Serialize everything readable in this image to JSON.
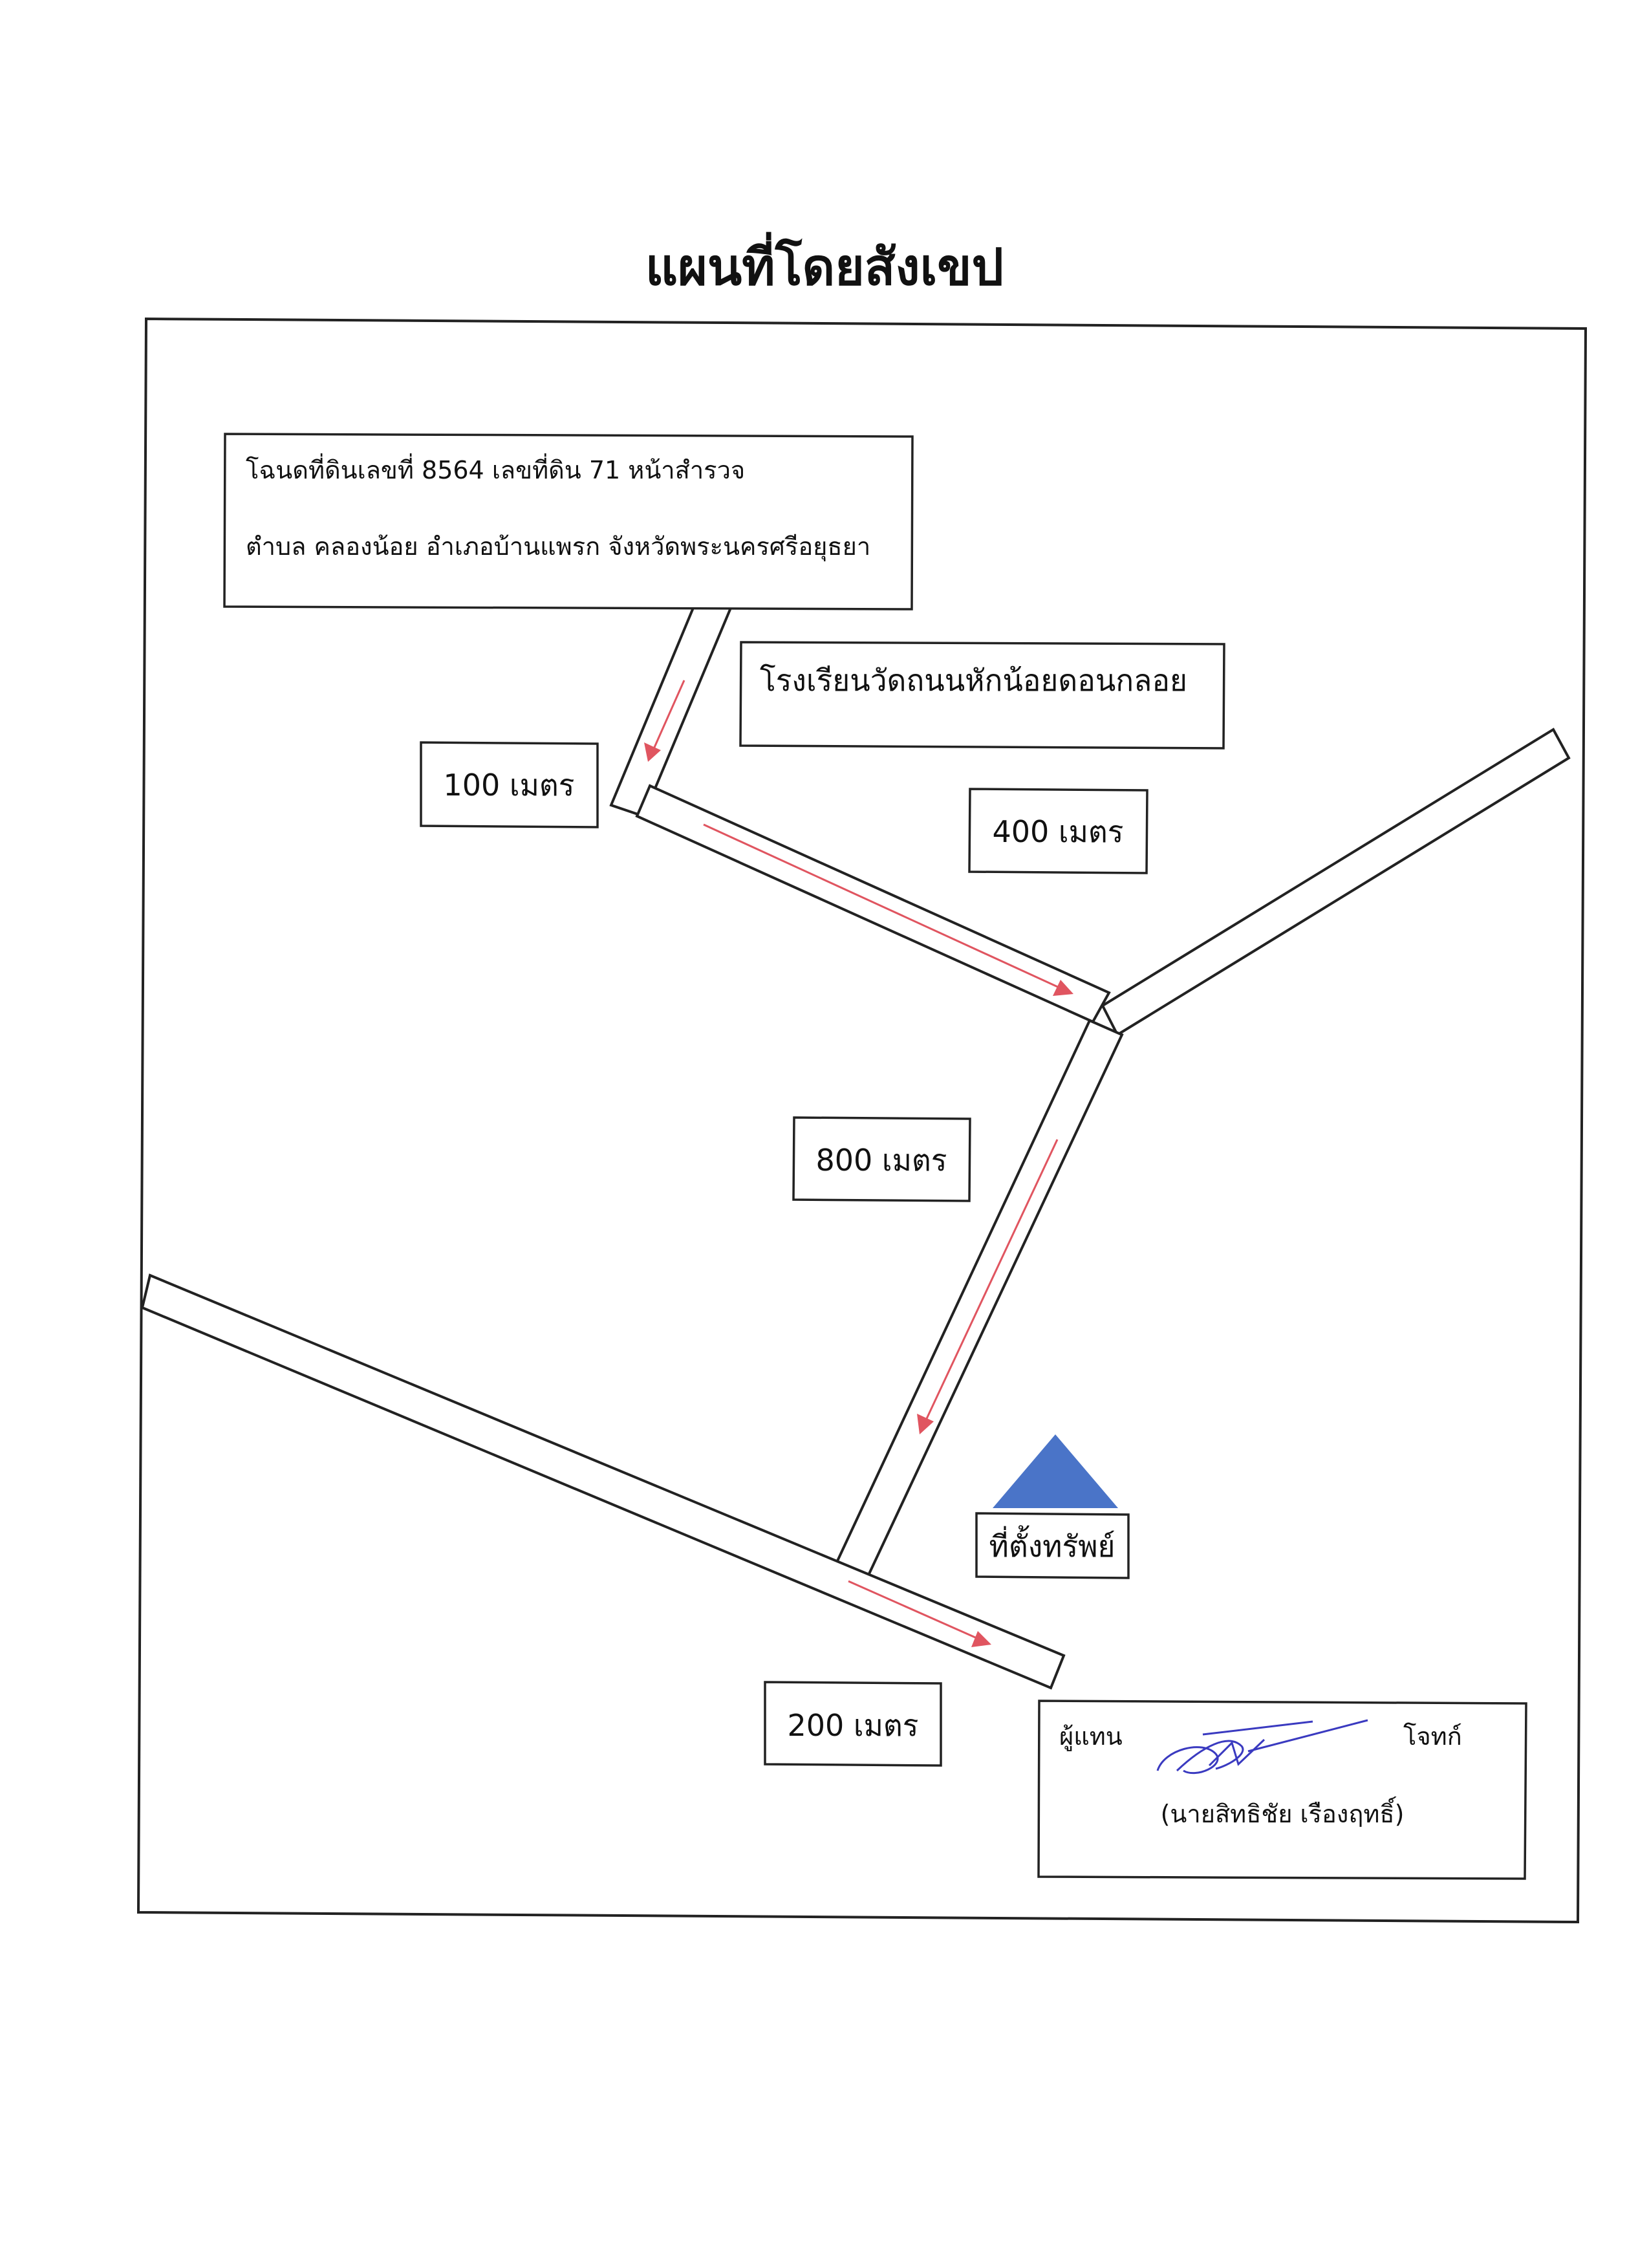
{
  "title": "แผนที่โดยสังเขป",
  "deed": {
    "line1": "โฉนดที่ดินเลขที่ 8564 เลขที่ดิน 71 หน้าสำรวจ",
    "line2": "ตำบล คลองน้อย อำเภอบ้านแพรก จังหวัดพระนครศรีอยุธยา"
  },
  "school_label": "โรงเรียนวัดถนนหักน้อยดอนกลอย",
  "distances": {
    "d100": "100 เมตร",
    "d400": "400 เมตร",
    "d800": "800 เมตร",
    "d200": "200 เมตร"
  },
  "property_label": "ที่ตั้งทรัพย์",
  "signature": {
    "left_word": "ผู้แทน",
    "right_word": "โจทก์",
    "name": "(นายสิทธิชัย เรืองฤทธิ์)"
  },
  "colors": {
    "arrow": "#e05560",
    "marker": "#4a74c8",
    "ink": "#3a3ac0"
  },
  "icons": {
    "property_marker": "triangle-marker-icon",
    "route_arrow": "arrow-icon"
  }
}
